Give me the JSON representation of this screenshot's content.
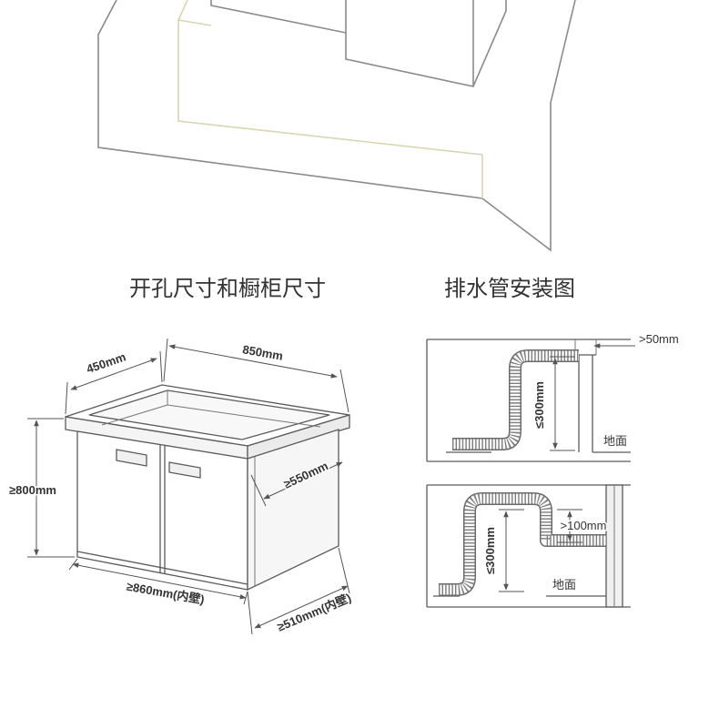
{
  "headings": {
    "cabinet": "开孔尺寸和橱柜尺寸",
    "drain": "排水管安装图"
  },
  "cabinet_dims": {
    "depth": "450mm",
    "width": "850mm",
    "height": "≥800mm",
    "side_depth": "≥550mm",
    "inner_width": "≥860mm(内壁)",
    "inner_depth": "≥510mm(内壁)"
  },
  "drain_panel_1": {
    "wall_gap": ">50mm",
    "max_height": "≤300mm",
    "floor": "地面"
  },
  "drain_panel_2": {
    "offset": ">100mm",
    "max_height": "≤300mm",
    "floor": "地面"
  },
  "colors": {
    "line": "#5a5a5a",
    "text": "#333333",
    "faint_line": "#d8d5b0",
    "hose": "#6a6a6a"
  }
}
